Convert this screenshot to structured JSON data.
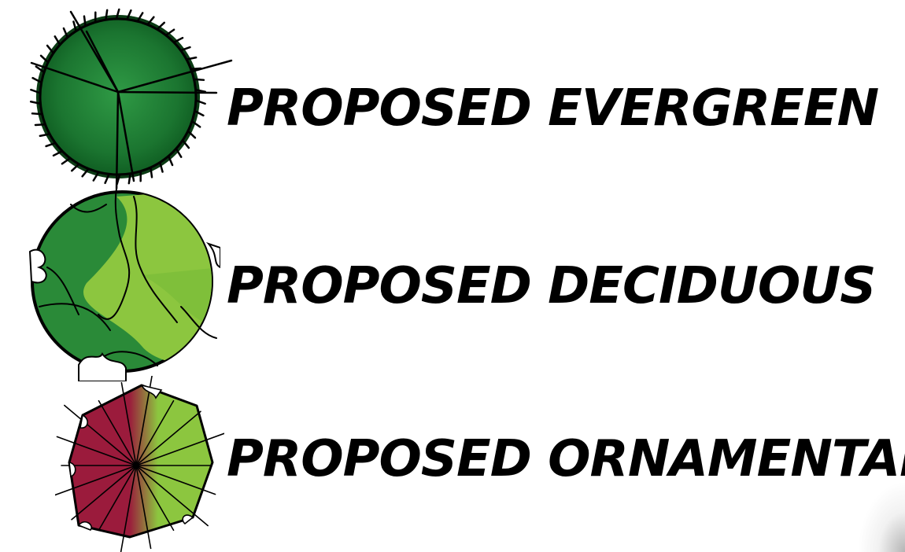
{
  "legend": {
    "items": [
      {
        "label": "PROPOSED EVERGREEN",
        "symbol": "evergreen-tree-icon",
        "colors": [
          "#1f7a32",
          "#0d5a20"
        ]
      },
      {
        "label": "PROPOSED DECIDUOUS",
        "symbol": "deciduous-tree-icon",
        "colors": [
          "#2e8b38",
          "#8cc63f"
        ]
      },
      {
        "label": "PROPOSED ORNAMENTAL",
        "symbol": "ornamental-tree-icon",
        "colors": [
          "#9b1b3c",
          "#8cc63f"
        ]
      }
    ]
  }
}
